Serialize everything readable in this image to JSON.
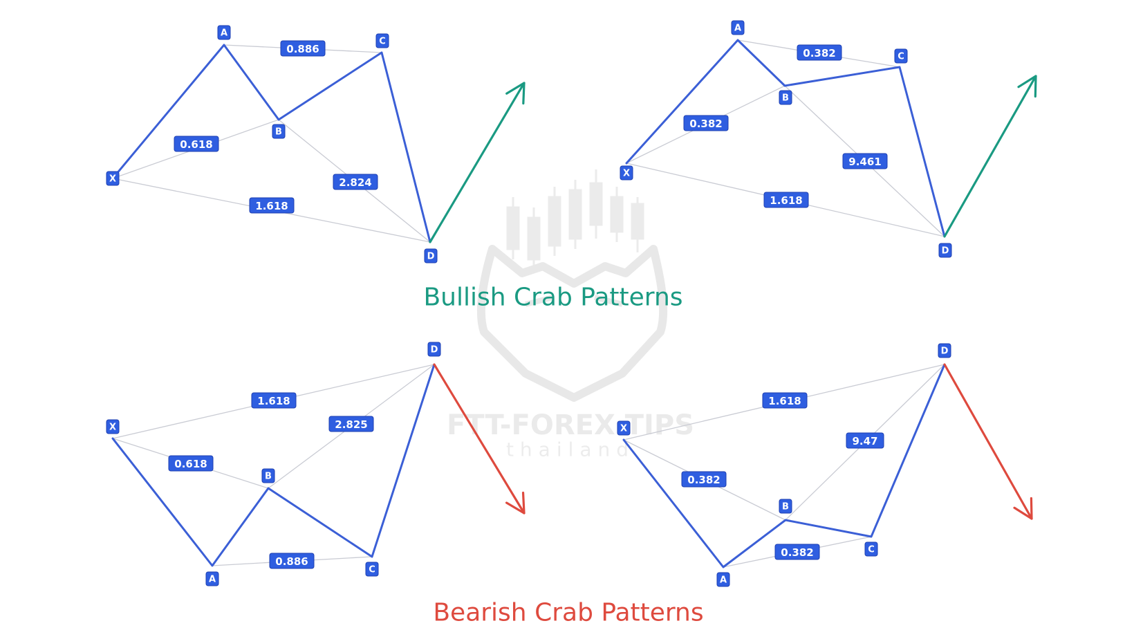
{
  "titles": {
    "bullish": "Bullish Crab Patterns",
    "bearish": "Bearish Crab Patterns"
  },
  "colors": {
    "leg": "#3b5fd6",
    "label_bg": "#2f5ee0",
    "reference": "#c9cbd3",
    "bullish_arrow": "#1a9a82",
    "bearish_arrow": "#de4a3e",
    "bullish_title": "#1a9a82",
    "bearish_title": "#de4a3e",
    "watermark": "#dcdcdc"
  },
  "watermark": {
    "brand": "FTT-FOREX TIPS",
    "sub": "thailand",
    "icon": "bull-candlestick-logo-icon"
  },
  "patterns": [
    {
      "id": "bullish-1",
      "direction": "bullish",
      "points": [
        "X",
        "A",
        "B",
        "C",
        "D"
      ],
      "ratios": {
        "xb": "0.618",
        "ac": "0.886",
        "bd": "2.824",
        "xd": "1.618"
      }
    },
    {
      "id": "bullish-2",
      "direction": "bullish",
      "points": [
        "X",
        "A",
        "B",
        "C",
        "D"
      ],
      "ratios": {
        "xb": "0.382",
        "ac": "0.382",
        "bd": "9.461",
        "xd": "1.618"
      }
    },
    {
      "id": "bearish-1",
      "direction": "bearish",
      "points": [
        "X",
        "A",
        "B",
        "C",
        "D"
      ],
      "ratios": {
        "xb": "0.618",
        "ac": "0.886",
        "bd": "2.825",
        "xd": "1.618"
      }
    },
    {
      "id": "bearish-2",
      "direction": "bearish",
      "points": [
        "X",
        "A",
        "B",
        "C",
        "D"
      ],
      "ratios": {
        "xb": "0.382",
        "ac": "0.382",
        "bd": "9.47",
        "xd": "1.618"
      }
    }
  ]
}
